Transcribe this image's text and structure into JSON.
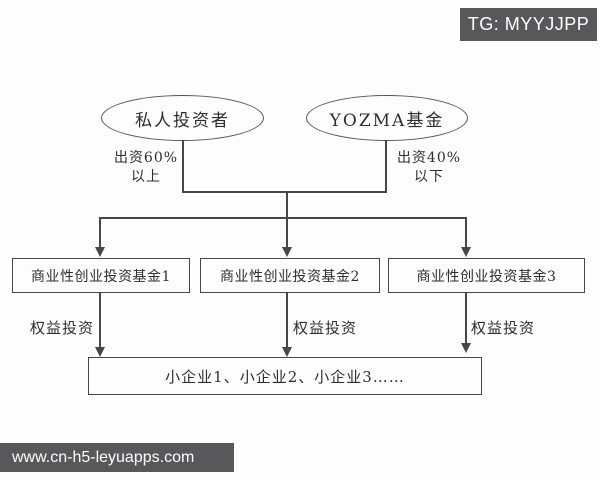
{
  "badge": {
    "text": "TG: MYYJJPP"
  },
  "footer": {
    "url": "www.cn-h5-leyuapps.com"
  },
  "colors": {
    "overlay_gray": "#58585a",
    "line": "#474747",
    "background": "#fdfdfd"
  },
  "diagram": {
    "sources": [
      {
        "label": "私人投资者",
        "contribution": "出资60%\n以上"
      },
      {
        "label": "YOZMA基金",
        "contribution": "出资40%\n以下"
      }
    ],
    "funds": [
      {
        "label": "商业性创业投资基金1",
        "investment": "权益投资"
      },
      {
        "label": "商业性创业投资基金2",
        "investment": "权益投资"
      },
      {
        "label": "商业性创业投资基金3",
        "investment": "权益投资"
      }
    ],
    "target": {
      "label": "小企业1、小企业2、小企业3……"
    }
  }
}
